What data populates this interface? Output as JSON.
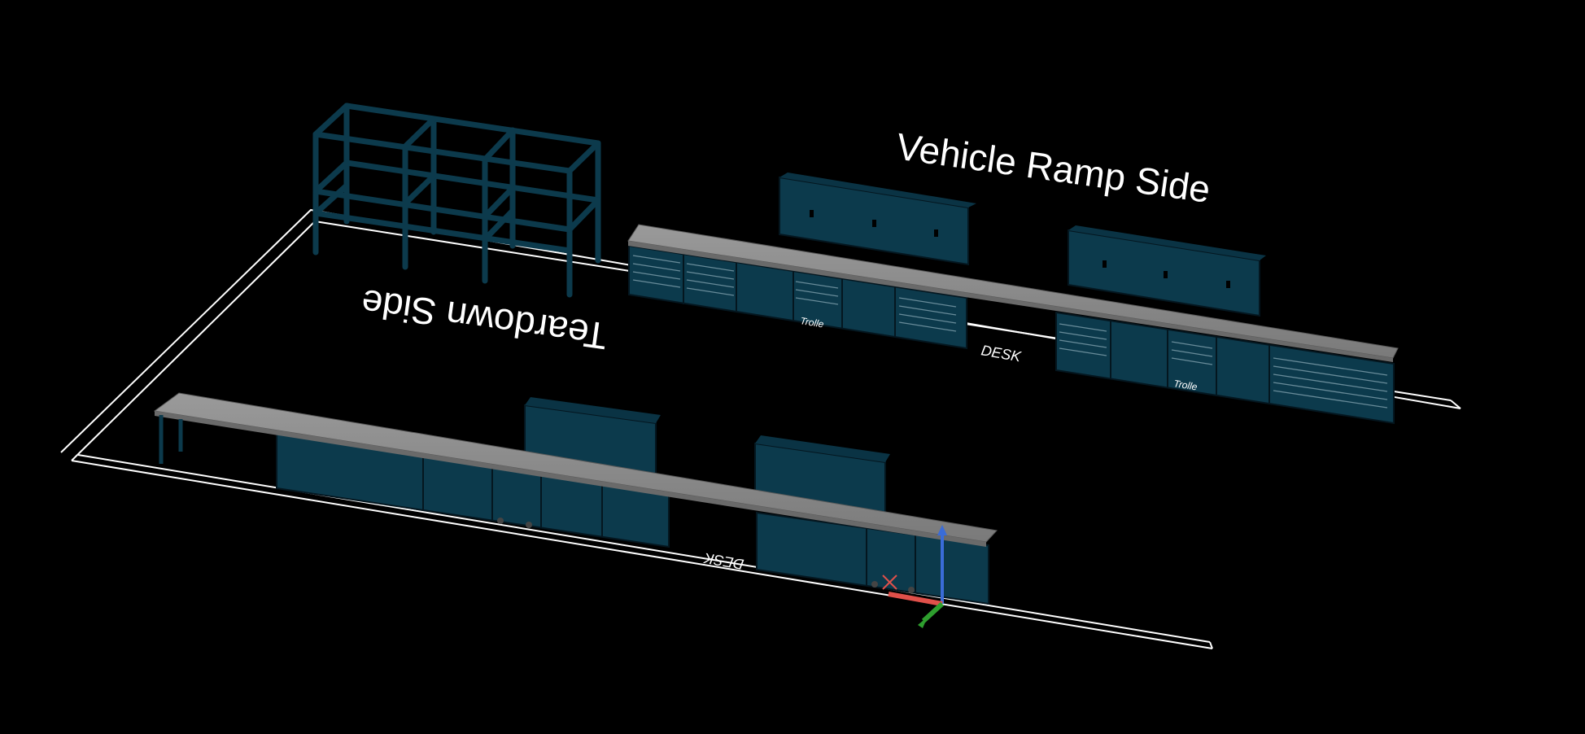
{
  "viewport": {
    "labels": {
      "vehicle_ramp_side": "Vehicle Ramp Side",
      "teardown_side": "Teardown Side",
      "desk_upper": "DESK",
      "desk_lower": "DESK",
      "trolley_1": "Trolle",
      "trolley_2": "Trolle"
    }
  },
  "colors": {
    "background": "#000000",
    "cabinet": "#0c3a4c",
    "cabinet_dark": "#082a38",
    "cabinet_edge": "#04161f",
    "bench_top": "#8a8a8a",
    "floor_line": "#ffffff",
    "axis_x": "#e0504a",
    "axis_y": "#2e9e2e",
    "axis_z": "#3a6cd8"
  },
  "icons": {
    "ucs": "ucs-axis-icon",
    "cursor": "crosshair-cursor-icon"
  }
}
